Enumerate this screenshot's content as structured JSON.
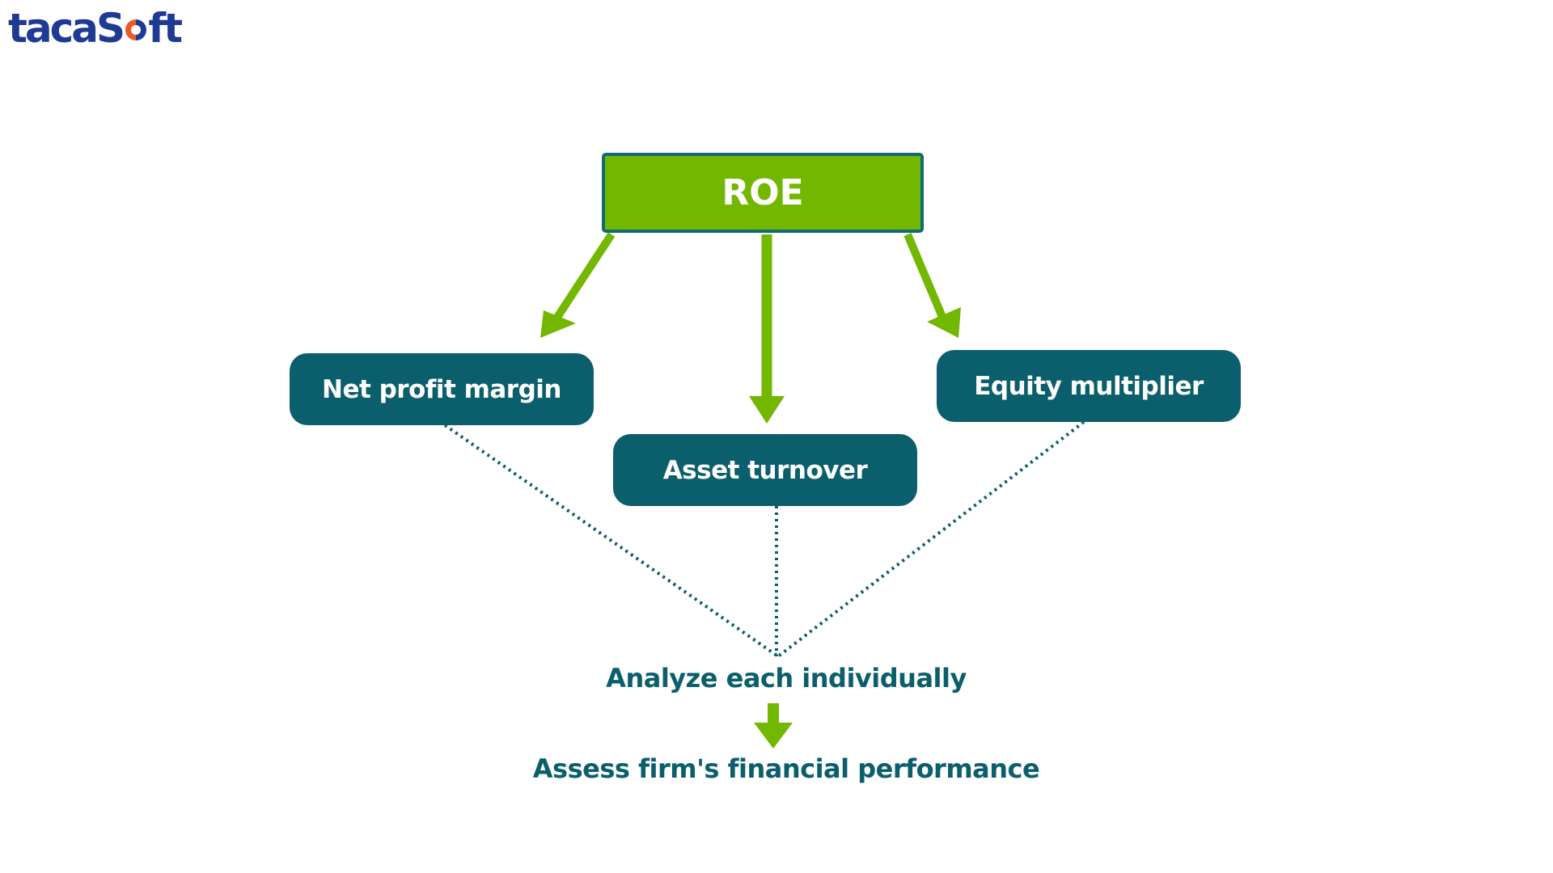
{
  "brand": {
    "logo_part1": "taca",
    "logo_part2": "S",
    "logo_o": "o",
    "logo_part3": "ft"
  },
  "diagram": {
    "top_node": "ROE",
    "components": [
      {
        "label": "Net profit margin"
      },
      {
        "label": "Asset turnover"
      },
      {
        "label": "Equity multiplier"
      }
    ],
    "step_1": "Analyze each individually",
    "step_2": "Assess firm's financial performance"
  },
  "colors": {
    "green": "#72b700",
    "teal": "#0b5e6b",
    "brand_blue": "#1f3a93",
    "brand_orange": "#ee5a24"
  }
}
